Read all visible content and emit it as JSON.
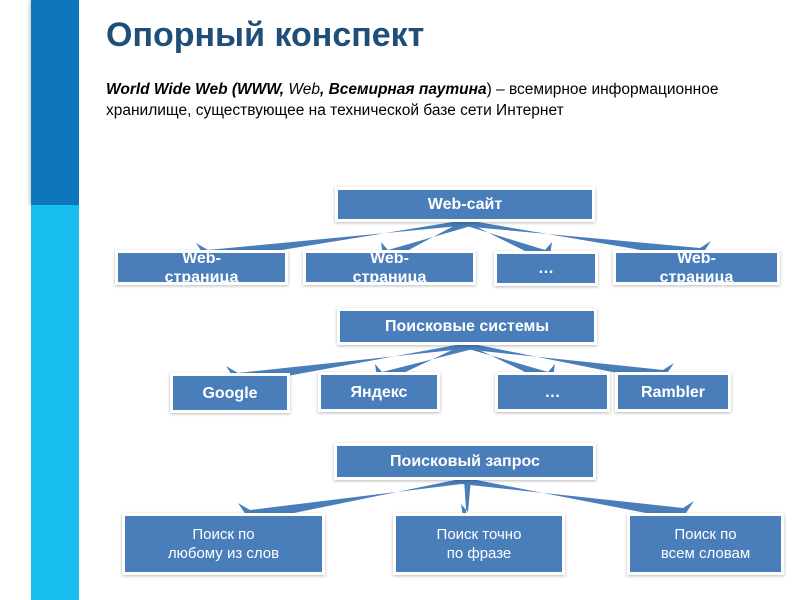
{
  "slide": {
    "title": "Опорный конспект",
    "intro": {
      "term": "World Wide Web (WWW, ",
      "term_web_plain": "Web",
      "term_tail": ", Всемирная паутина",
      "definition": ") – всемирное информационное хранилище, существующее на технической базе сети Интернет"
    }
  },
  "colors": {
    "node_fill": "#4A7EBB",
    "node_border": "#FFFFFF",
    "node_text": "#FFFFFF",
    "title_text": "#1F4E79",
    "rail_top": "#0D76BD",
    "rail_bottom": "#17BDEF",
    "arrow": "#4A7EBB"
  },
  "diagram": {
    "groups": [
      {
        "name": "website-group",
        "parent": {
          "label": "Web-сайт"
        },
        "children": [
          {
            "label": "Web-\nстраница"
          },
          {
            "label": "Web-\nстраница"
          },
          {
            "label": "…"
          },
          {
            "label": "Web-\nстраница"
          }
        ]
      },
      {
        "name": "search-engines-group",
        "parent": {
          "label": "Поисковые системы"
        },
        "children": [
          {
            "label": "Google"
          },
          {
            "label": "Яндекс"
          },
          {
            "label": "…"
          },
          {
            "label": "Rambler"
          }
        ]
      },
      {
        "name": "search-query-group",
        "parent": {
          "label": "Поисковый запрос"
        },
        "children": [
          {
            "label": "Поиск по\nлюбому из слов"
          },
          {
            "label": "Поиск точно\nпо фразе"
          },
          {
            "label": "Поиск по\nвсем словам"
          }
        ]
      }
    ]
  }
}
